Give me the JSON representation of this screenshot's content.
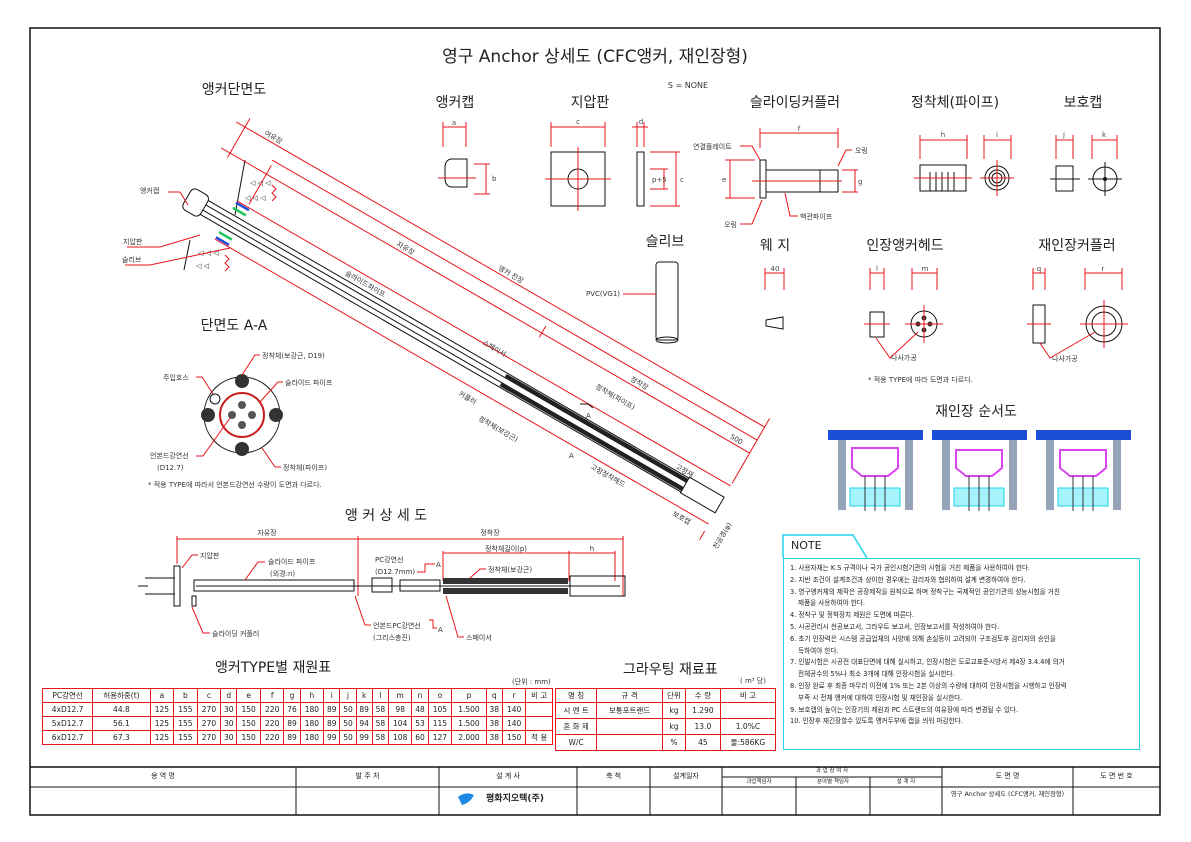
{
  "title": "영구 Anchor 상세도 (CFC앵커, 재인장형)",
  "scale_note": "S = NONE",
  "sections": {
    "anchor_section": "앵커단면도",
    "anchor_cap": "앵커캡",
    "bearing_plate": "지압판",
    "sliding_coupler": "슬라이딩커플러",
    "anchor_body_pipe": "정착체(파이프)",
    "protect_cap": "보호캡",
    "sleeve": "슬리브",
    "wedge": "웨 지",
    "tension_head": "인장앵커헤드",
    "retension_coupler": "재인장커플러",
    "section_aa": "단면도 A-A",
    "anchor_detail": "앵 커 상 세 도",
    "retension_order": "재인장 순서도"
  },
  "dims": {
    "a": "a",
    "b": "b",
    "c": "c",
    "d": "d",
    "e": "e",
    "f": "f",
    "g": "g",
    "h": "h",
    "i": "i",
    "j": "j",
    "k": "k",
    "l": "l",
    "m": "m",
    "q": "q",
    "r": "r",
    "p5": "p+5",
    "w40": "40",
    "d500": "500"
  },
  "labels": {
    "spare_len": "여유장",
    "free_len": "자유장",
    "slide_pipe": "슬라이드파이프",
    "anchor_total": "앵커 전장",
    "fix_len": "정착장",
    "anchor_cap": "앵커캡",
    "bearing_plate": "지압판",
    "sleeve": "슬리브",
    "spacer": "스페이서",
    "coupler": "커플러",
    "body_rebar": "정착체(보강근)",
    "body_pipe": "정착체(파이프)",
    "sec_a": "A",
    "fixer": "고정재",
    "fix_head": "고정정착헤드",
    "protect_cap": "보호캡",
    "bore_dia": "천공경(φ)",
    "connect_plate": "연결플레이트",
    "oring": "오링",
    "oring2": "오링",
    "steel_pipe": "백관파이프",
    "pvc": "PVC(VG1)",
    "thread1": "나사가공",
    "thread2": "나사가공",
    "type_note": "* 적용 TYPE에 따라 도면과 다르다.",
    "aa_rebar": "정착체(보강근, D19)",
    "aa_hose": "주입호스",
    "aa_slide": "슬라이드 파이프",
    "aa_strand": "언본드강연선",
    "aa_strand2": "(D12.7)",
    "aa_pipe": "정착체(파이프)",
    "aa_note": "* 적용 TYPE에 따라서 언본드강연선 수량이  도면과 다르다.",
    "d_free": "자유장",
    "d_fix": "정착장",
    "d_body_len": "정착체길이(p)",
    "d_h": "h",
    "d_plate": "지압판",
    "d_slide": "슬라이드 파이프",
    "d_slide2": "(외경:n)",
    "d_pc": "PC강연선",
    "d_pc2": "(D12.7mm)",
    "d_rebar": "정착체(보강근)",
    "d_coupler": "슬라이딩 커플러",
    "d_unbond": "언본드PC강연선",
    "d_unbond2": "(그리스충진)",
    "d_spacer": "스페이서",
    "d_a1": "A",
    "d_a2": "A"
  },
  "type_table": {
    "title": "앵커TYPE별 재원표",
    "unit": "(단위 : mm)",
    "headers": [
      "PC강연선",
      "허용하중(t)",
      "a",
      "b",
      "c",
      "d",
      "e",
      "f",
      "g",
      "h",
      "i",
      "j",
      "k",
      "l",
      "m",
      "n",
      "o",
      "p",
      "q",
      "r",
      "비 고"
    ],
    "rows": [
      [
        "4xD12.7",
        "44.8",
        "125",
        "155",
        "270",
        "30",
        "150",
        "220",
        "76",
        "180",
        "89",
        "50",
        "89",
        "58",
        "98",
        "48",
        "105",
        "1.500",
        "38",
        "140",
        ""
      ],
      [
        "5xD12.7",
        "56.1",
        "125",
        "155",
        "270",
        "30",
        "150",
        "220",
        "89",
        "180",
        "89",
        "50",
        "94",
        "58",
        "104",
        "53",
        "115",
        "1.500",
        "38",
        "140",
        ""
      ],
      [
        "6xD12.7",
        "67.3",
        "125",
        "155",
        "270",
        "30",
        "150",
        "220",
        "89",
        "180",
        "99",
        "50",
        "99",
        "58",
        "108",
        "60",
        "127",
        "2.000",
        "38",
        "150",
        "적 용"
      ]
    ]
  },
  "grout_table": {
    "title": "그라우팅 재료표",
    "unit": "( m³ 당)",
    "headers": [
      "명 칭",
      "규 격",
      "단위",
      "수 량",
      "비 고"
    ],
    "rows": [
      [
        "시 멘 트",
        "보통포트랜드",
        "kg",
        "1.290",
        ""
      ],
      [
        "혼 화 제",
        "",
        "kg",
        "13.0",
        "1.0%C"
      ],
      [
        "W/C",
        "",
        "%",
        "45",
        "물:586KG"
      ]
    ]
  },
  "notes": {
    "title": "NOTE",
    "items": [
      "1. 사용자재는 K.S 규격이나 국가 공인시험기관의 시험을 거친 제품을 사용하여야 한다.",
      "2. 지반 조건이 설계조건과 상이한 경우에는 감리자와 협의하여 설계 변경하여야 한다.",
      "3. 영구앵커체의 제작은 공장제작을 원칙으로 하며 정착구는 국제적인 공인기관의 성능시험을 거친",
      "제품을 사용하여야 한다.",
      "4. 정착구 및 정착장치 제원은 도면에 따른다.",
      "5. 시공관리시 천공보고서, 그라우트 보고서, 인장보고서를 작성하여야 한다.",
      "6. 초기 인장력은 시스템 공급업체의 사양에 의해 손실등이 고려되어 구조검토후 감리자의 승인을",
      "득하여야 한다.",
      "7. 인발시험은 시공전 대표단면에 대해 실시하고, 인장시험은 도로교표준시방서 제4장 3.4.4에 의거",
      "전체공수의 5%나 최소 3개에 대해 인장시험을 실시한다.",
      "8. 인장 완료 후 최종 마무리 이전에 1% 또는 2본 이상의 수량에 대하여 인장시험을 시행하고 인장력",
      "부족 시 전체 앵커에 대하여 인장시험 및 재인장을 실시한다.",
      "9. 보호캡의 높이는 인장기의 제원과 PC 스트랜드의 여유장에 따라 변경될 수 있다.",
      "10. 인장후 재긴장할수 있도록 앵커두부에 캡을 씌워 마감한다."
    ]
  },
  "title_block": {
    "project": "용 역 명",
    "client": "발 주 처",
    "designer": "설 계 사",
    "scale": "축 척",
    "date": "설계일자",
    "participants": "과 업 참 여 자",
    "p1": "과업책임자",
    "p2": "분야별 책임자",
    "p3": "설 계 자",
    "drawing_name": "도 면 명",
    "drawing_no": "도 면 번 호",
    "company": "평화지오텍(주)",
    "drawing_name_value": "영구 Anchor 상세도 (CFC앵커, 재인장형)"
  },
  "colors": {
    "dim": "#e8141b",
    "note_border": "#22d3ee",
    "frame": "#111111"
  }
}
